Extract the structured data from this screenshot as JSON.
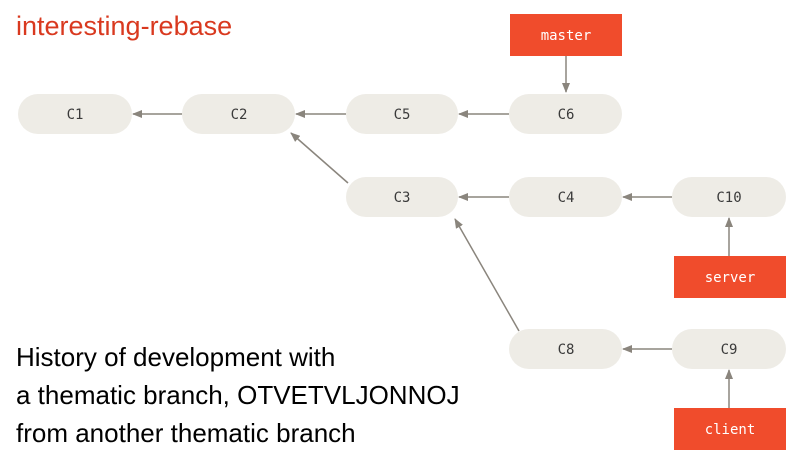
{
  "title": "interesting-rebase",
  "caption": {
    "line1": "History of development with",
    "line2": "a thematic branch, OTVETVLJONNOJ",
    "line3": "from another thematic branch"
  },
  "colors": {
    "title": "#d9391f",
    "commit_fill": "#eeece6",
    "ref_fill": "#f04c2c",
    "arrow": "#8a857d"
  },
  "commits": {
    "c1": "C1",
    "c2": "C2",
    "c3": "C3",
    "c4": "C4",
    "c5": "C5",
    "c6": "C6",
    "c8": "C8",
    "c9": "C9",
    "c10": "C10"
  },
  "refs": {
    "master": "master",
    "server": "server",
    "client": "client"
  }
}
